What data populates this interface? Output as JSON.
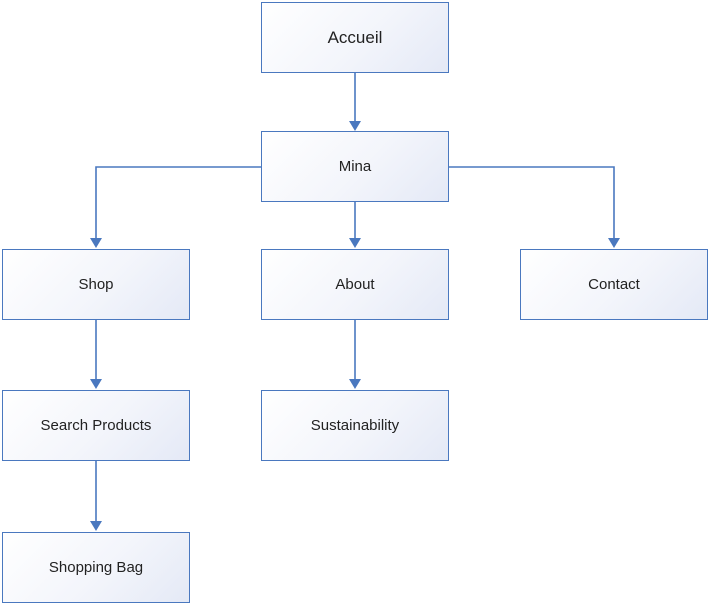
{
  "colors": {
    "box_border": "#4a78bf",
    "connector": "#4a78bf",
    "text": "#222222"
  },
  "diagram": {
    "nodes": {
      "accueil": "Accueil",
      "mina": "Mina",
      "shop": "Shop",
      "about": "About",
      "contact": "Contact",
      "search_products": "Search Products",
      "sustainability": "Sustainability",
      "shopping_bag": "Shopping Bag"
    },
    "edges": [
      [
        "Accueil",
        "Mina"
      ],
      [
        "Mina",
        "Shop"
      ],
      [
        "Mina",
        "About"
      ],
      [
        "Mina",
        "Contact"
      ],
      [
        "Shop",
        "Search Products"
      ],
      [
        "About",
        "Sustainability"
      ],
      [
        "Search Products",
        "Shopping Bag"
      ]
    ]
  }
}
